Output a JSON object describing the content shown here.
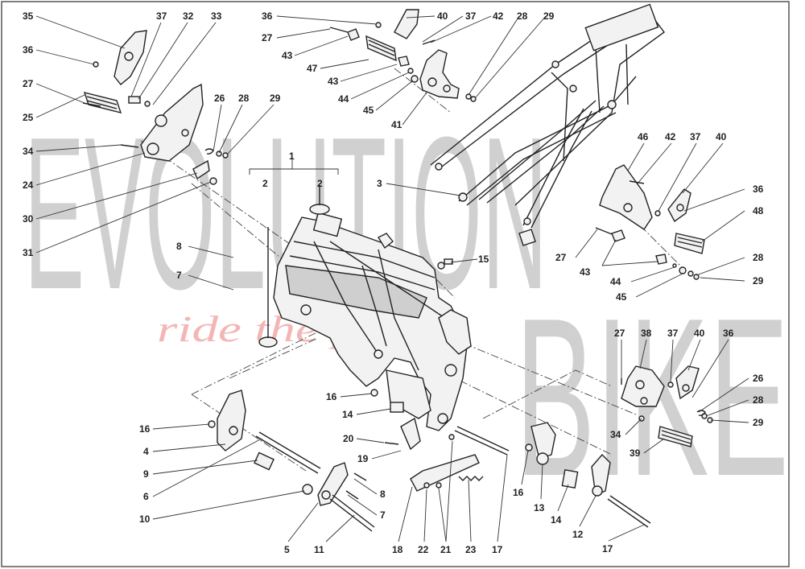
{
  "watermark": {
    "line1": "EVOLUTION",
    "line2": "BIKE",
    "tagline": "ride the power"
  },
  "callouts": [
    "1",
    "2",
    "3",
    "4",
    "5",
    "6",
    "7",
    "8",
    "9",
    "10",
    "11",
    "12",
    "13",
    "14",
    "15",
    "16",
    "17",
    "18",
    "19",
    "20",
    "21",
    "22",
    "23",
    "24",
    "25",
    "26",
    "27",
    "28",
    "29",
    "30",
    "31",
    "32",
    "33",
    "34",
    "35",
    "36",
    "37",
    "38",
    "39",
    "40",
    "41",
    "42",
    "43",
    "44",
    "45",
    "46",
    "47",
    "48"
  ]
}
